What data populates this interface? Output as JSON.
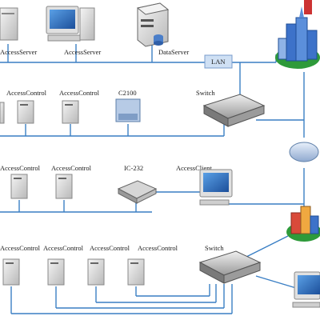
{
  "labels": {
    "access_server_1": "AccessServer",
    "access_server_2": "AccessServer",
    "data_server": "DataServer",
    "lan": "LAN",
    "row1_access_control_1": "AccessControl",
    "row1_access_control_2": "AccessControl",
    "c2100": "C2100",
    "switch_top": "Switch",
    "row2_access_control_1": "AccessControl",
    "row2_access_control_2": "AccessControl",
    "ic232": "IC-232",
    "access_client": "AccessClient",
    "row3_access_control_1": "AccessControl",
    "row3_access_control_2": "AccessControl",
    "row3_access_control_3": "AccessControl",
    "row3_access_control_4": "AccessControl",
    "switch_bottom": "Switch"
  },
  "colors": {
    "wire": "#3a7fc4",
    "lan_box": "#cfe0f4",
    "device_gray": "#d9d9d9",
    "panel_light": "#ececec",
    "city_green": "#2e9a3a",
    "city_blue": "#3d72c9"
  }
}
